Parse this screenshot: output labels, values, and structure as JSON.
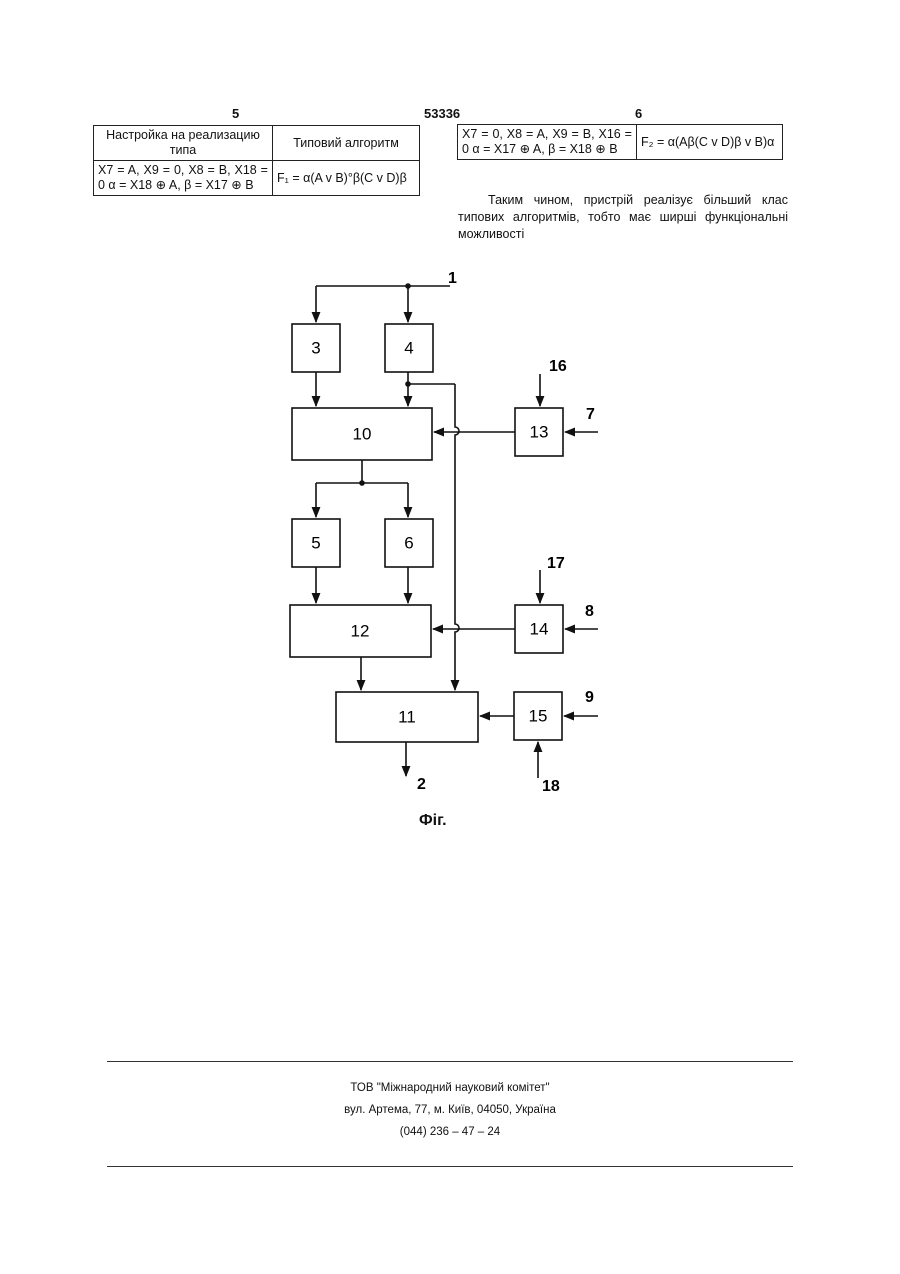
{
  "header": {
    "left_page_number": "5",
    "patent_number": "53336",
    "right_page_number": "6"
  },
  "table_left": {
    "col1_header": "Настройка на реализацию типа",
    "col2_header": "Типовий алгоритм",
    "row1_settings": "X7 = A, X9 = 0, X8 = B, X18 = 0 α = X18 ⊕ A, β = X17 ⊕ B",
    "row1_formula": "F₁ = α(A v B)°β(C v D)β"
  },
  "table_right": {
    "row1_settings": "X7 = 0, X8 = A, X9 = B, X16 = 0 α = X17 ⊕ A, β = X18 ⊕ B",
    "row1_formula": "F₂ = α(Aβ(C v D)β v B)α"
  },
  "conclusion_text": "Таким чином, пристрій реалізує більший клас типових алгоритмів, тобто має ширші функціональні можливості",
  "diagram": {
    "blocks": [
      "3",
      "4",
      "10",
      "13",
      "5",
      "6",
      "12",
      "14",
      "11",
      "15"
    ],
    "ports": [
      "1",
      "16",
      "7",
      "17",
      "8",
      "9",
      "18",
      "2"
    ],
    "caption": "Фіг."
  },
  "footer": {
    "company": "ТОВ \"Міжнародний науковий комітет\"",
    "address": "вул. Артема, 77, м. Київ, 04050, Україна",
    "phone": "(044) 236 – 47 – 24"
  }
}
